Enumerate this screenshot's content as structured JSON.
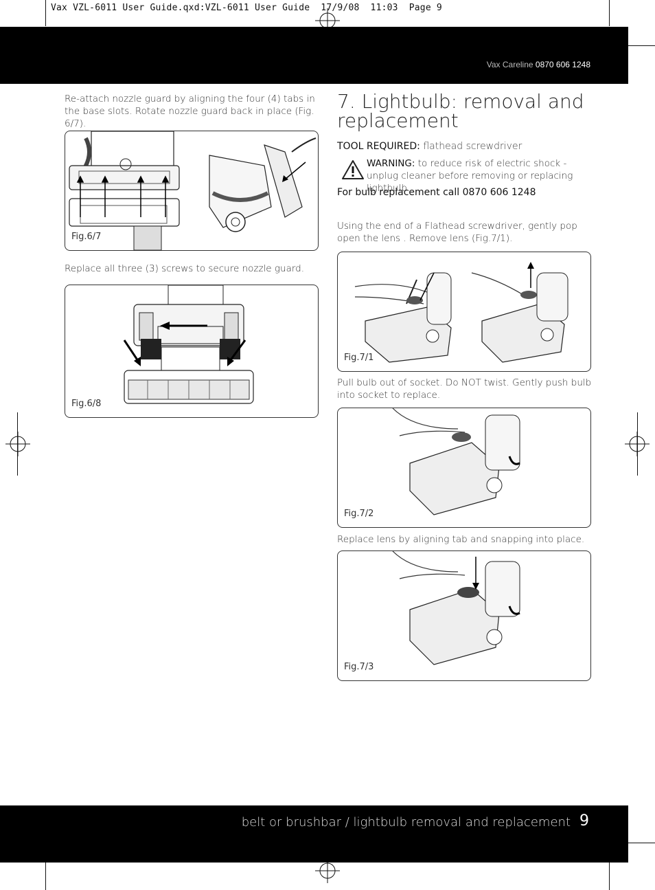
{
  "slug": "Vax VZL-6011 User Guide.qxd:VZL-6011 User Guide  17/9/08  11:03  Page 9",
  "header": {
    "careline_label": "Vax Careline",
    "careline_number": "0870 606 1248"
  },
  "left_column": {
    "para1": "Re-attach nozzle guard by aligning the four (4) tabs in the base slots. Rotate nozzle guard back in place  (Fig. 6/7).",
    "fig1_label": "Fig.6/7",
    "para2": "Replace all three (3) screws to secure nozzle guard.",
    "fig2_label": "Fig.6/8"
  },
  "section": {
    "title": "7. Lightbulb: removal and replacement",
    "tool_label": "TOOL REQUIRED:",
    "tool_value": "flathead screwdriver",
    "warning_label": "WARNING:",
    "warning_text": "to reduce risk of electric shock - unplug cleaner before removing or replacing lightbulb.",
    "bulb_call": "For bulb replacement call 0870 606 1248",
    "para1": "Using the end of a Flathead screwdriver, gently pop open the lens . Remove lens (Fig.7/1).",
    "fig1_label": "Fig.7/1",
    "para2": "Pull bulb out of socket. Do NOT twist. Gently push bulb into socket to replace.",
    "fig2_label": "Fig.7/2",
    "para3": "Replace lens by aligning tab and snapping into place.",
    "fig3_label": "Fig.7/3"
  },
  "footer": {
    "title": "belt or brushbar / lightbulb removal and replacement",
    "page_number": "9"
  },
  "icons": [
    "warning-triangle-icon",
    "registration-mark-icon"
  ]
}
